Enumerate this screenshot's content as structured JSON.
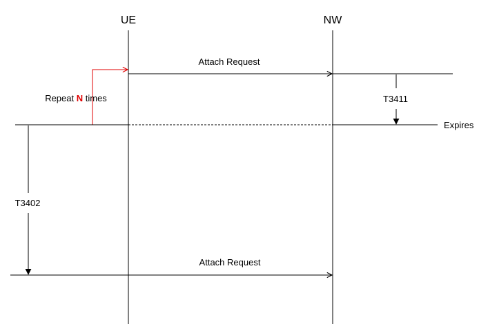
{
  "entities": {
    "ue": "UE",
    "nw": "NW"
  },
  "messages": {
    "first": "Attach Request",
    "second": "Attach Request"
  },
  "repeat": {
    "prefix": "Repeat ",
    "count": "N",
    "suffix": " times"
  },
  "timers": {
    "t3411": "T3411",
    "t3402": "T3402"
  },
  "events": {
    "expires": "Expires"
  },
  "colors": {
    "line": "#000000",
    "loop": "#e00000",
    "emphasis": "#e00000"
  }
}
